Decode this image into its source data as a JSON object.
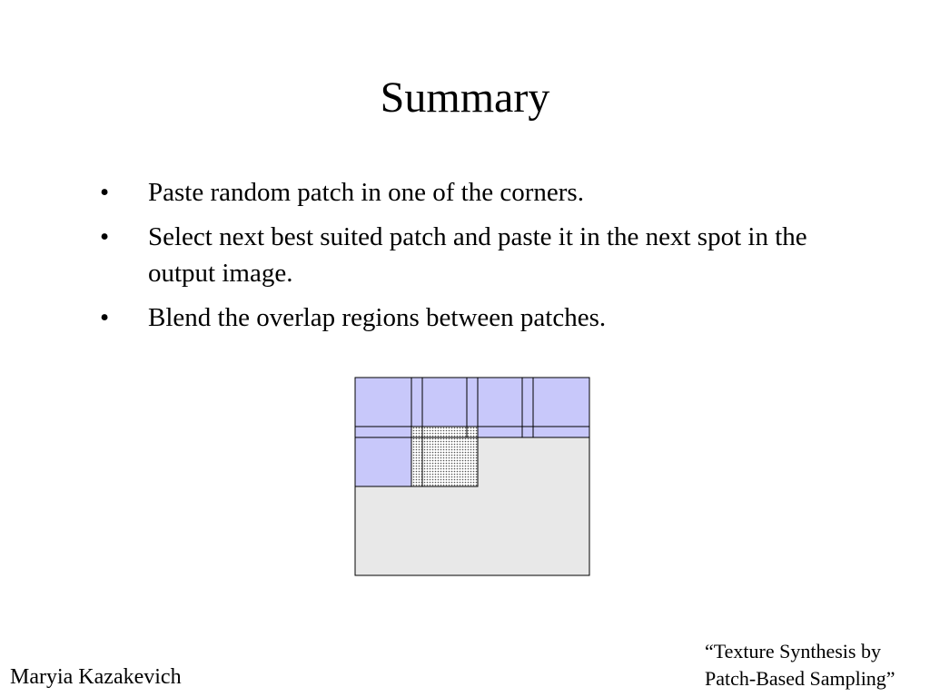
{
  "slide": {
    "title": "Summary",
    "bullet_symbol": "•",
    "bullets": [
      "Paste random patch in one of the corners.",
      "Select next best suited patch and paste it in the next spot in the output image.",
      "Blend the overlap regions between patches."
    ]
  },
  "diagram": {
    "colors": {
      "output_background": "#e8e8e8",
      "pasted_patch": "#c8c8fa",
      "overlap_region": "#d8d8d8",
      "outline": "#000000"
    }
  },
  "footer": {
    "author": "Maryia Kazakevich",
    "reference_line1": "“Texture Synthesis by",
    "reference_line2": "Patch-Based Sampling”"
  }
}
